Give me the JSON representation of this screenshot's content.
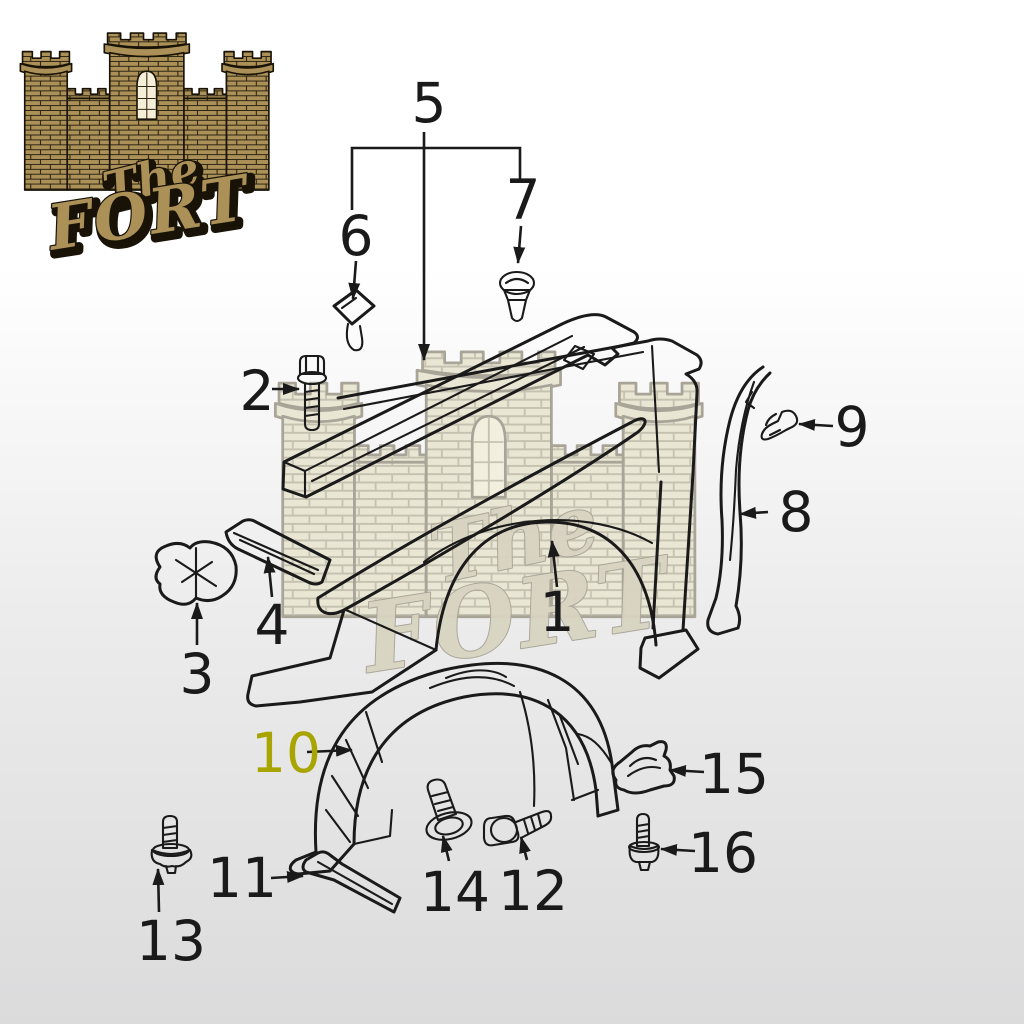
{
  "colors": {
    "bg_top": "#ffffff",
    "bg_bottom": "#dbdbdc",
    "line": "#1a1a1a",
    "highlight": "#a8a400",
    "logo_gold": "#ab9157",
    "logo_outline": "#191307",
    "logo_brick": "#2d2413",
    "logo_window": "#f6efd8",
    "wm_fill": "#eae6d4",
    "wm_line": "#a8a497",
    "wm_brick": "#c6c2b1",
    "wm_text": "#d9d4c1",
    "wm_window": "#f3efdf"
  },
  "logo": {
    "word1": "The",
    "word2": "FORT"
  },
  "watermark": {
    "word1": "The",
    "word2": "FORT"
  },
  "diagram": {
    "highlighted_callout": "10",
    "callouts": [
      {
        "id": "1",
        "label": "1"
      },
      {
        "id": "2",
        "label": "2"
      },
      {
        "id": "3",
        "label": "3"
      },
      {
        "id": "4",
        "label": "4"
      },
      {
        "id": "5",
        "label": "5"
      },
      {
        "id": "6",
        "label": "6"
      },
      {
        "id": "7",
        "label": "7"
      },
      {
        "id": "8",
        "label": "8"
      },
      {
        "id": "9",
        "label": "9"
      },
      {
        "id": "10",
        "label": "10"
      },
      {
        "id": "11",
        "label": "11"
      },
      {
        "id": "12",
        "label": "12"
      },
      {
        "id": "13",
        "label": "13"
      },
      {
        "id": "14",
        "label": "14"
      },
      {
        "id": "15",
        "label": "15"
      },
      {
        "id": "16",
        "label": "16"
      }
    ]
  }
}
